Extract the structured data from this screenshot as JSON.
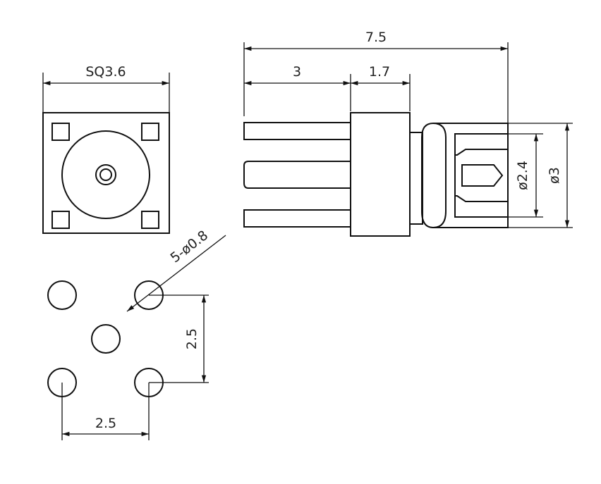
{
  "top_view": {
    "width_label": "SQ3.6"
  },
  "side_view": {
    "overall_length_label": "7.5",
    "pin_length_label": "3",
    "body_length_label": "1.7",
    "inner_diameter_label": "ø2.4",
    "outer_diameter_label": "ø3"
  },
  "footprint": {
    "hole_callout_label": "5-ø0.8",
    "vertical_pitch_label": "2.5",
    "horizontal_pitch_label": "2.5"
  },
  "colors": {
    "line": "#111111",
    "background": "#ffffff"
  }
}
